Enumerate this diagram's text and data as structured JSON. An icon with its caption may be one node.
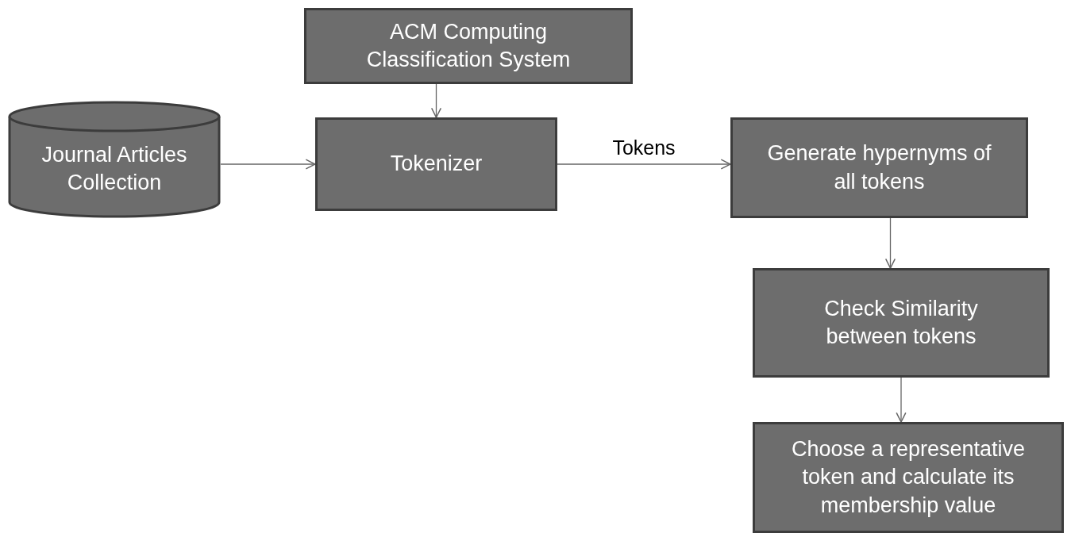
{
  "diagram": {
    "nodes": [
      {
        "text": [
          "ACM Computing Classification System"
        ]
      },
      {
        "text": [
          "Journal Articles Collection"
        ]
      },
      {
        "text": [
          "Tokenizer"
        ]
      },
      {
        "text": [
          "Generate hypernyms of all tokens"
        ]
      },
      {
        "text": [
          "Check Similarity between tokens"
        ]
      },
      {
        "text": [
          "Choose a representative token and calculate its membership value"
        ]
      }
    ],
    "edges": [
      {
        "from": 0,
        "to": 2,
        "arrow": "to"
      },
      {
        "from": 1,
        "to": 2,
        "arrow": "to"
      },
      {
        "from": 2,
        "to": 3,
        "arrow": "to",
        "label": "Tokens"
      },
      {
        "from": 3,
        "to": 4,
        "arrow": "to"
      },
      {
        "from": 4,
        "to": 5,
        "arrow": "to"
      }
    ]
  }
}
